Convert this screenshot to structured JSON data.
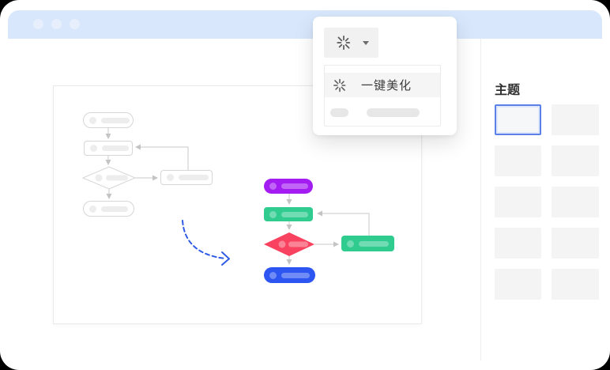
{
  "window": {
    "kind": "browser-mock",
    "header_color": "#d8e7fc",
    "traffic_dot_count": 3
  },
  "popover": {
    "button": {
      "icon": "beautify-spark-icon",
      "caret_icon": "chevron-down-icon"
    },
    "menu": {
      "items": [
        {
          "icon": "beautify-spark-icon",
          "label": "一键美化",
          "highlighted": true
        },
        {
          "icon": "placeholder-pill",
          "label": "",
          "placeholder": true
        }
      ]
    }
  },
  "sidebar": {
    "title": "主题",
    "theme_count": 10,
    "columns": 2,
    "selected_index": 0,
    "selection_color": "#5b80e8"
  },
  "canvas": {
    "before_flowchart": {
      "style": "grey-outline",
      "nodes": [
        {
          "shape": "terminator-pill",
          "role": "start"
        },
        {
          "shape": "process-rect",
          "role": "step"
        },
        {
          "shape": "decision-diamond",
          "role": "decision"
        },
        {
          "shape": "process-rect",
          "role": "side-step"
        },
        {
          "shape": "terminator-pill",
          "role": "end"
        }
      ]
    },
    "after_flowchart": {
      "style": "colored-filled",
      "nodes": [
        {
          "shape": "terminator-pill",
          "role": "start",
          "color": "#a31cf2"
        },
        {
          "shape": "process-rect",
          "role": "step",
          "color": "#2fcb8f"
        },
        {
          "shape": "decision-diamond",
          "role": "decision",
          "color": "#f8425f"
        },
        {
          "shape": "process-rect",
          "role": "side-step",
          "color": "#2fcb8f"
        },
        {
          "shape": "terminator-pill",
          "role": "end",
          "color": "#2c55f2"
        }
      ]
    },
    "transform_arrow": {
      "style": "dashed-curve",
      "color": "#2f5be7"
    },
    "connector_color": "#c9c9c9"
  },
  "colors": {
    "header_blue": "#d8e7fc",
    "selection_blue": "#5b80e8",
    "node_purple": "#a31cf2",
    "node_green": "#2fcb8f",
    "node_red": "#f8425f",
    "node_blue": "#2c55f2",
    "transform_arrow_blue": "#2f5be7"
  }
}
